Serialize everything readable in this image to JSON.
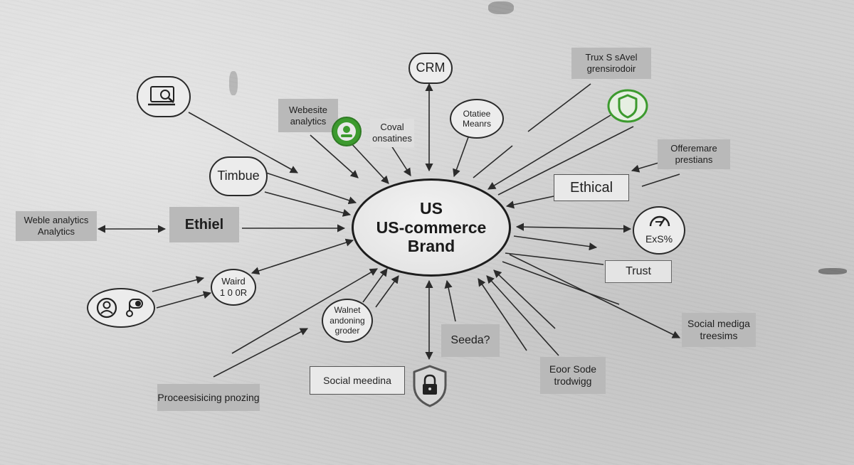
{
  "hub": {
    "line1": "US",
    "line2": "US-commerce",
    "line3": "Brand"
  },
  "nodes": {
    "crm": "CRM",
    "trux_line1": "Trux S sAvel",
    "trux_line2": "grensirodoir",
    "website_analytics_line1": "Webesite",
    "website_analytics_line2": "analytics",
    "coval_line1": "Coval",
    "coval_line2": "onsatines",
    "otatiee_line1": "Otatiee",
    "otatiee_line2": "Meanrs",
    "timbue": "Timbue",
    "offer_line1": "Offeremare",
    "offer_line2": "prestians",
    "ethical": "Ethical",
    "ethiel": "Ethiel",
    "weble_line1": "Weble analytics",
    "weble_line2": "Analytics",
    "exs": "ExS%",
    "trust": "Trust",
    "waird_line1": "Waird",
    "waird_line2": "1 0 0R",
    "walnet_line1": "Walnet",
    "walnet_line2": "andoning",
    "walnet_line3": "groder",
    "seeda": "Seeda?",
    "social_media_right_line1": "Social mediga",
    "social_media_right_line2": "treesims",
    "social_media_bottom": "Social  meedina",
    "eoor_line1": "Eoor Sode",
    "eoor_line2": "trodwigg",
    "processing": "Proceesisicing pnozing"
  },
  "colors": {
    "accent_green": "#3c9a2e",
    "line": "#2b2b2b",
    "box_fill": "#b9b9b9"
  },
  "icons": [
    "laptop-search-icon",
    "analytics-badge-icon",
    "shield-check-icon",
    "user-toggle-icon",
    "lock-shield-icon",
    "gauge-icon"
  ]
}
